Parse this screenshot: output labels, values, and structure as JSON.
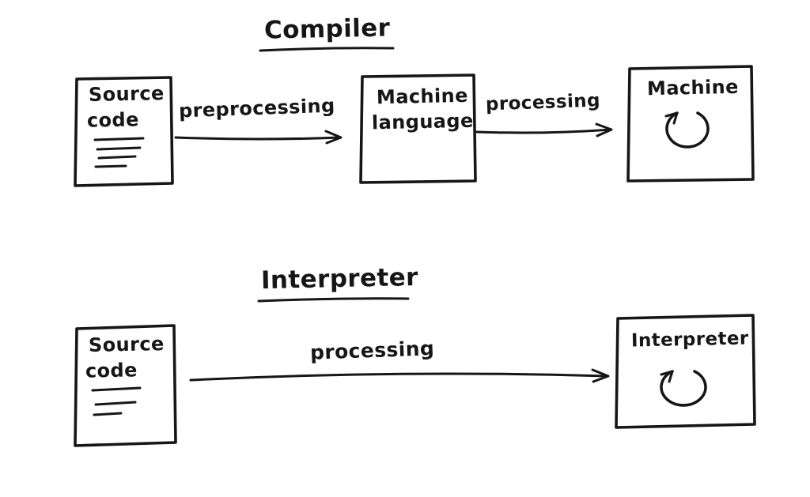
{
  "diagram": {
    "background": "#ffffff",
    "ink_color": "#161616",
    "compiler": {
      "title": "Compiler",
      "nodes": {
        "source": {
          "line1": "Source",
          "line2": "code"
        },
        "machine_language": {
          "line1": "Machine",
          "line2": "language"
        },
        "machine": {
          "label": "Machine",
          "icon": "loop-arrow-icon"
        }
      },
      "edges": {
        "preprocessing": "preprocessing",
        "processing": "processing"
      }
    },
    "interpreter": {
      "title": "Interpreter",
      "nodes": {
        "source": {
          "line1": "Source",
          "line2": "code"
        },
        "interpreter": {
          "label": "Interpreter",
          "icon": "loop-arrow-icon"
        }
      },
      "edges": {
        "processing": "processing"
      }
    }
  }
}
